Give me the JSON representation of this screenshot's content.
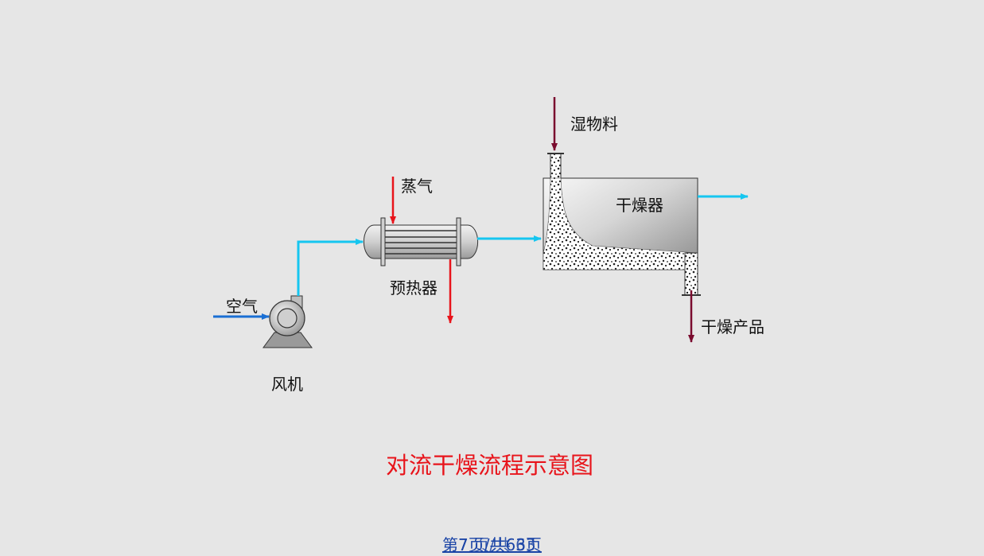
{
  "diagram": {
    "labels": {
      "air": "空气",
      "fan": "风机",
      "steam": "蒸气",
      "preheater": "预热器",
      "wet_material": "湿物料",
      "dryer": "干燥器",
      "dry_product": "干燥产品"
    },
    "title": "对流干燥流程示意图"
  },
  "footer": {
    "page_indicator": "第7页/共63页",
    "page_overlay": "7 页/共 63"
  },
  "colors": {
    "background": "#e6e6e6",
    "air_flow": "#16c6f0",
    "air_inlet": "#1a6fd4",
    "steam": "#e8141b",
    "material": "#7a0b2e",
    "title": "#e8141b",
    "pager": "#1a44a6"
  }
}
